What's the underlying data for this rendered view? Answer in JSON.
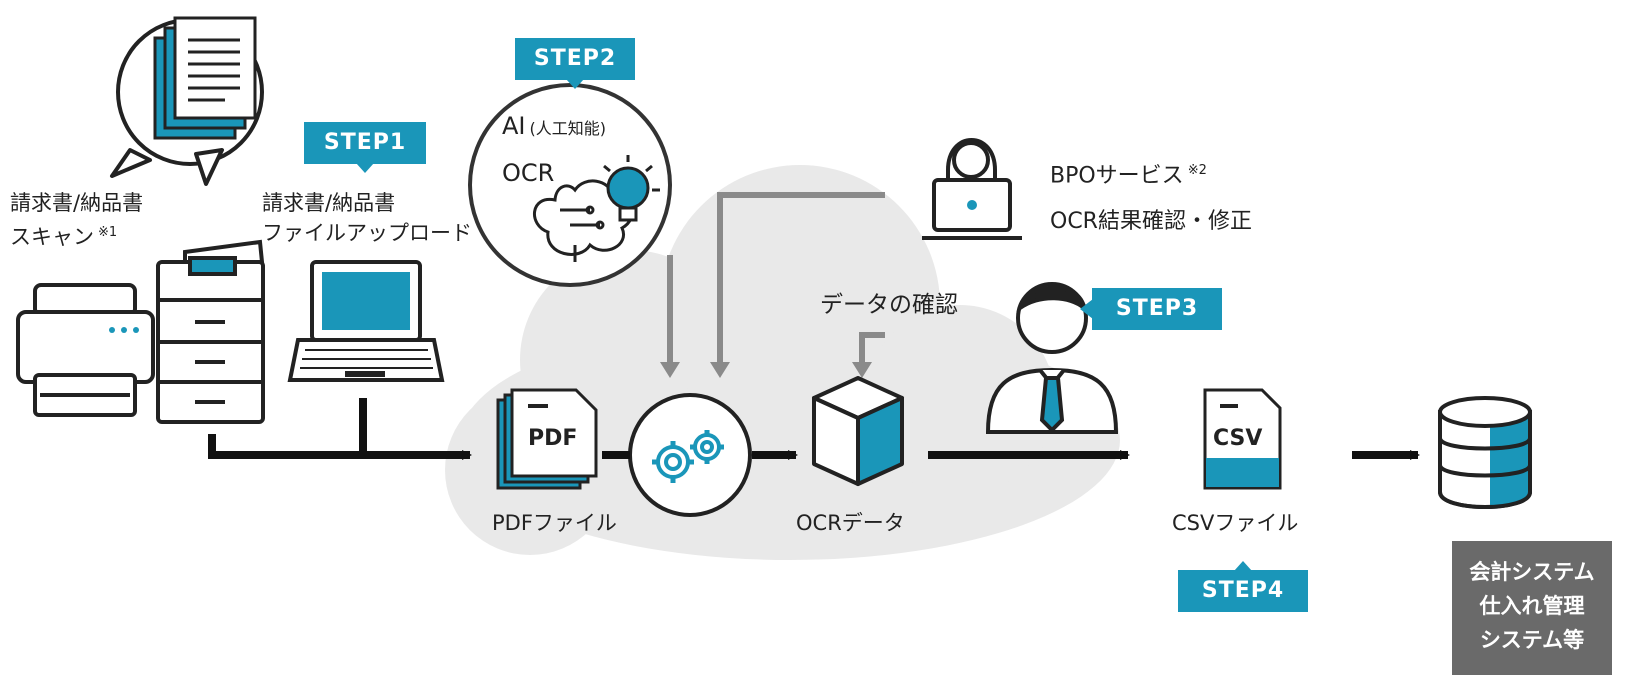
{
  "scan": {
    "label_line1": "請求書/納品書",
    "label_line2": "スキャン",
    "note": "※1"
  },
  "step1": {
    "badge": "STEP1",
    "label_line1": "請求書/納品書",
    "label_line2": "ファイルアップロード"
  },
  "step2": {
    "badge": "STEP2",
    "ai_label": "AI",
    "ai_sub": "(人工知能)",
    "ocr_label": "OCR"
  },
  "bpo": {
    "line1": "BPOサービス",
    "note": "※2",
    "line2": "OCR結果確認・修正"
  },
  "step3": {
    "badge": "STEP3",
    "label": "データの確認"
  },
  "pdf": {
    "icon_text": "PDF",
    "label": "PDFファイル"
  },
  "ocr_data": {
    "label": "OCRデータ"
  },
  "csv": {
    "icon_text": "CSV",
    "label": "CSVファイル"
  },
  "step4": {
    "badge": "STEP4"
  },
  "system": {
    "line1": "会計システム",
    "line2": "仕入れ管理",
    "line3": "システム等"
  },
  "colors": {
    "accent": "#1a96b9",
    "line": "#111111",
    "grey_arrow": "#8a8a8a",
    "cloud": "#e9e9e9",
    "system_box": "#6a6a6a"
  },
  "icons": [
    "document-stack-icon",
    "printer-icon",
    "copier-icon",
    "laptop-icon",
    "ai-brain-icon",
    "operator-laptop-icon",
    "checker-person-icon",
    "pdf-file-icon",
    "gears-icon",
    "ocr-cube-icon",
    "csv-file-icon",
    "database-icon"
  ]
}
